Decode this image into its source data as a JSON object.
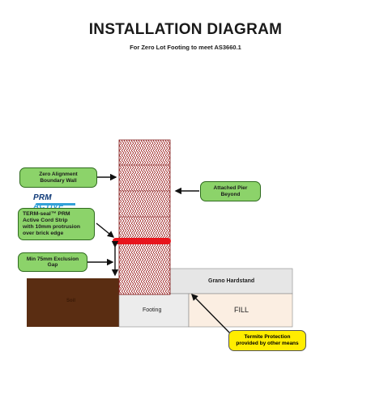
{
  "title": "INSTALLATION DIAGRAM",
  "subtitle": "For Zero Lot Footing to meet AS3660.1",
  "logo": {
    "word1": "PRM",
    "word2": "ACTIVE"
  },
  "callouts": {
    "zero_alignment": [
      "Zero Alignment",
      "Boundary Wall"
    ],
    "attached_pier": [
      "Attached Pier",
      "Beyond"
    ],
    "term_seal": [
      "TERM-seal™ PRM",
      "Active Cord Strip",
      "with 10mm protrusion",
      "over brick edge"
    ],
    "exclusion_gap": [
      "Min 75mm Exclusion",
      "Gap"
    ],
    "termite_protection": [
      "Termite Protection",
      "provided by other means"
    ]
  },
  "labels": {
    "soil": "Soil",
    "grano": "Grano Hardstand",
    "footing": "Footing",
    "fill": "FILL"
  },
  "colors": {
    "callout_green": "#8cd36a",
    "callout_yellow": "#ffed00",
    "brick_pattern": "#8b1a1a",
    "seal_red": "#e8141c",
    "soil_brown": "#5a2d12",
    "fill_peach": "#fbeee2",
    "grano_grey": "#e6e6e6",
    "footing_grey": "#ececec"
  }
}
